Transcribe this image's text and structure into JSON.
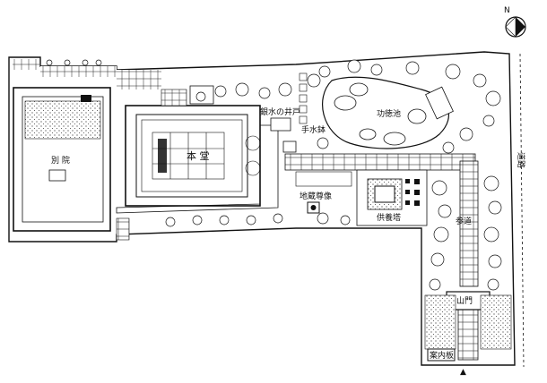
{
  "map": {
    "compass": {
      "north": "N"
    },
    "labels": {
      "honden": "本 堂",
      "betsuin": "別 院",
      "ginsui_well": "銀水の井戸",
      "chozubachi": "手水鉢",
      "kudoku_pond": "功徳池",
      "jizo": "地蔵尊像",
      "kuyoto": "供養塔",
      "sando": "参道",
      "sanmon": "山門",
      "annaiban": "案内板",
      "road": "道路"
    },
    "entrance_marker": "▲"
  }
}
